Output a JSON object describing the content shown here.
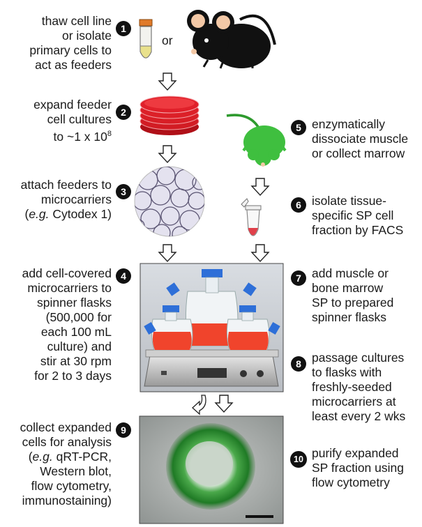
{
  "steps": [
    {
      "num": "1",
      "text": "thaw cell line\nor isolate\nprimary cells to\nact as feeders"
    },
    {
      "num": "2",
      "text_line1": "expand feeder",
      "text_line2": "cell cultures",
      "text_line3": "to ~1 x 10",
      "sup": "8"
    },
    {
      "num": "3",
      "text_line1": "attach feeders to",
      "text_line2": "microcarriers",
      "italic": "e.g.",
      "text_line3_rest": " Cytodex 1)"
    },
    {
      "num": "4",
      "text": "add cell-covered\nmicrocarriers to\nspinner flasks\n(500,000 for\neach 100 mL\nculture) and\nstir at 30 rpm\nfor 2 to 3 days"
    },
    {
      "num": "5",
      "text": "enzymatically\ndissociate muscle\nor collect marrow"
    },
    {
      "num": "6",
      "text": "isolate tissue-\nspecific SP cell\nfraction by FACS"
    },
    {
      "num": "7",
      "text": "add muscle or\nbone marrow\nSP to prepared\nspinner flasks"
    },
    {
      "num": "8",
      "text": "passage cultures\nto flasks with\nfreshly-seeded\nmicrocarriers at\nleast every 2 wks"
    },
    {
      "num": "9",
      "text_line1": "collect expanded",
      "text_line2": "cells for analysis",
      "italic": "e.g.",
      "text_rest": " qRT-PCR,\nWestern blot,\nflow cytometry,\nimmunostaining)"
    },
    {
      "num": "10",
      "text": "purify expanded\nSP fraction using\nflow cytometry"
    }
  ],
  "or_label": "or",
  "colors": {
    "mouse_black": "#111111",
    "mouse_green": "#3fbf3f",
    "dish_red": "#e0202a",
    "flask_cap": "#2e6fd8",
    "media_red": "#f0442c"
  }
}
